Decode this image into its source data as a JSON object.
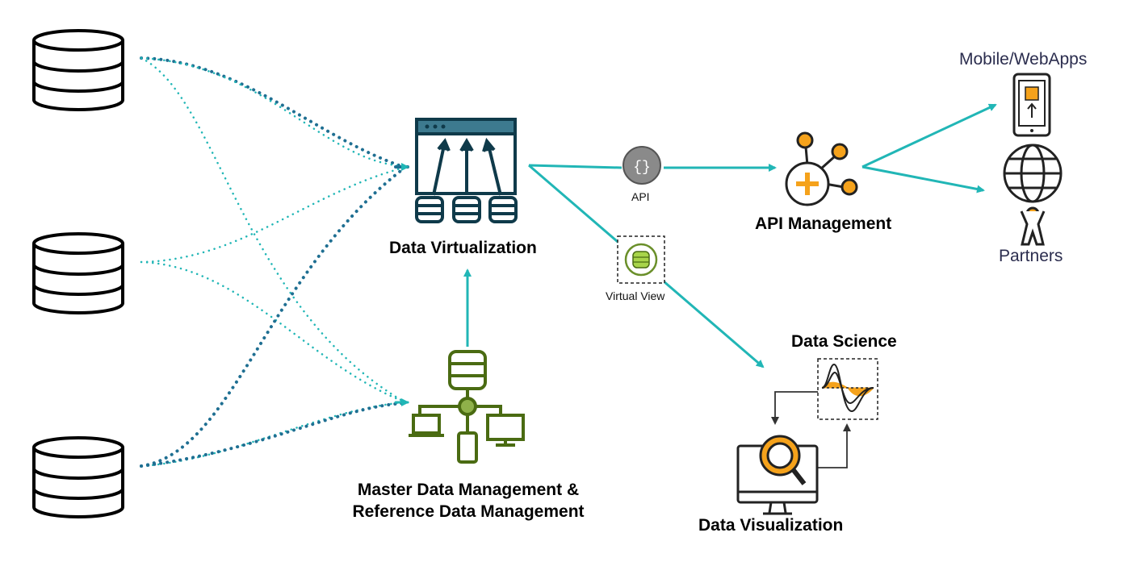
{
  "diagram": {
    "colors": {
      "flow_teal": "#21b6b6",
      "dots_dark": "#1f6f92",
      "icon_dark": "#0f3a4a",
      "icon_green": "#4a6b12",
      "accent_orange": "#f5a21b",
      "api_gray": "#8a8a8a",
      "text_navy": "#2b2d4e"
    },
    "sources": [
      {
        "icon": "database-icon"
      },
      {
        "icon": "database-icon"
      },
      {
        "icon": "database-icon"
      }
    ],
    "nodes": {
      "data_virtualization": {
        "label": "Data Virtualization",
        "icon": "virtualization-window-icon"
      },
      "mdm": {
        "label_line1": "Master Data Management &",
        "label_line2": "Reference Data Management",
        "icon": "network-database-icon"
      },
      "api": {
        "label": "API",
        "icon": "api-braces-icon"
      },
      "virtual_view": {
        "label": "Virtual View",
        "icon": "virtual-view-icon"
      },
      "api_management": {
        "label": "API Management",
        "icon": "api-hub-icon"
      },
      "mobile_webapps": {
        "label": "Mobile/WebApps",
        "icon": "mobile-phone-icon"
      },
      "partners": {
        "label": "Partners",
        "icon": "globe-person-icon"
      },
      "data_science": {
        "label": "Data Science",
        "icon": "wave-chart-icon"
      },
      "data_visualization": {
        "label": "Data Visualization",
        "icon": "monitor-magnifier-icon"
      }
    }
  }
}
